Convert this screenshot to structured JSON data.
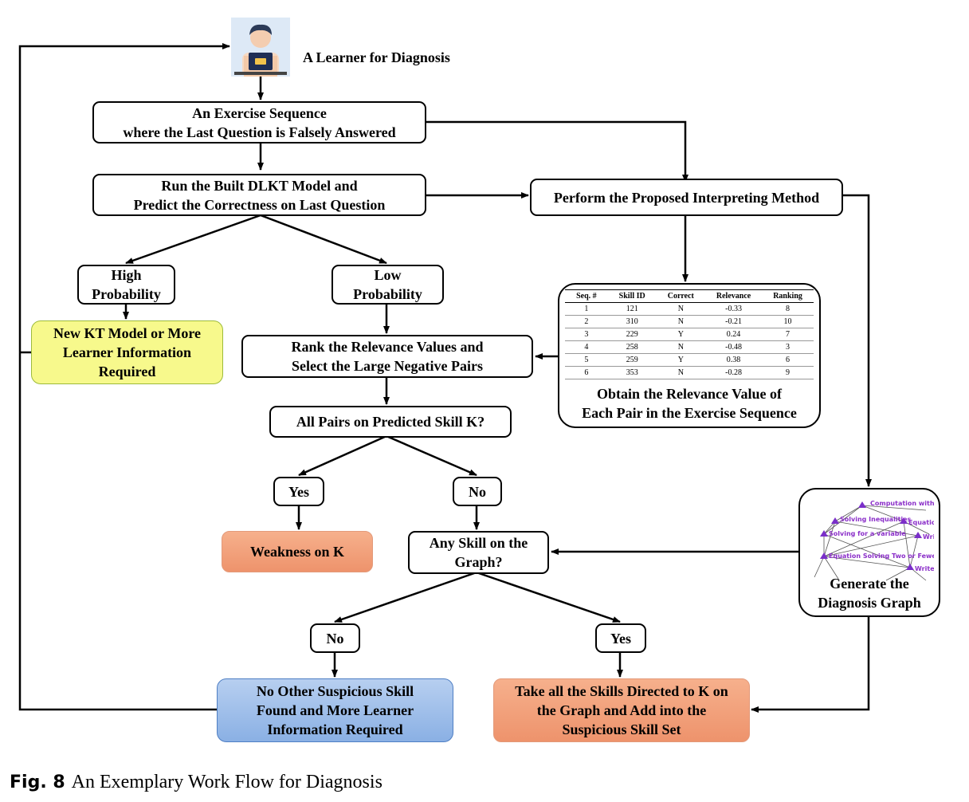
{
  "learner": {
    "label": "A Learner for Diagnosis"
  },
  "boxes": {
    "exercise_sequence": [
      "An Exercise Sequence",
      "where the Last Question is Falsely Answered"
    ],
    "run_model": [
      "Run the Built DLKT Model and",
      "Predict the Correctness on Last Question"
    ],
    "interpret": [
      "Perform the Proposed Interpreting Method"
    ],
    "high_probability": [
      "High",
      "Probability"
    ],
    "low_probability": [
      "Low",
      "Probability"
    ],
    "new_model": [
      "New KT Model or More",
      "Learner Information",
      "Required"
    ],
    "rank": [
      "Rank the Relevance Values and",
      "Select the Large Negative Pairs"
    ],
    "relevance": [
      "Obtain the Relevance Value of",
      "Each Pair in the Exercise Sequence"
    ],
    "all_pairs": [
      "All Pairs on Predicted Skill K?"
    ],
    "yes1": "Yes",
    "no1": "No",
    "weakness": [
      "Weakness on K"
    ],
    "any_skill": [
      "Any Skill on the",
      "Graph?"
    ],
    "generate_graph": [
      "Generate the",
      "Diagnosis Graph"
    ],
    "no2": "No",
    "yes2": "Yes",
    "no_other": [
      "No Other Suspicious Skill",
      "Found and More Learner",
      "Information Required"
    ],
    "take_all": [
      "Take all the Skills Directed to K on",
      "the Graph and Add into the",
      "Suspicious Skill Set"
    ]
  },
  "relevance_table": {
    "headers": [
      "Seq. #",
      "Skill ID",
      "Correct",
      "Relevance",
      "Ranking"
    ],
    "rows": [
      [
        "1",
        "121",
        "N",
        "-0.33",
        "8"
      ],
      [
        "2",
        "310",
        "N",
        "-0.21",
        "10"
      ],
      [
        "3",
        "229",
        "Y",
        "0.24",
        "7"
      ],
      [
        "4",
        "258",
        "N",
        "-0.48",
        "3"
      ],
      [
        "5",
        "259",
        "Y",
        "0.38",
        "6"
      ],
      [
        "6",
        "353",
        "N",
        "-0.28",
        "9"
      ]
    ]
  },
  "graph_nodes": [
    "Computation with Real Numb",
    "Solving Inequalities",
    "Equation Solv",
    "Solving for a variable",
    "Write L",
    "Equation Solving Two or Fewer Steps",
    "Write Lin"
  ],
  "caption": {
    "fig": "Fig. 8",
    "text": "An Exemplary Work Flow for Diagnosis"
  },
  "colors": {
    "yellow": "#f7f98c",
    "orange": "#ee936c",
    "blue": "#8ab0e4",
    "node": "#7a2fc9"
  }
}
